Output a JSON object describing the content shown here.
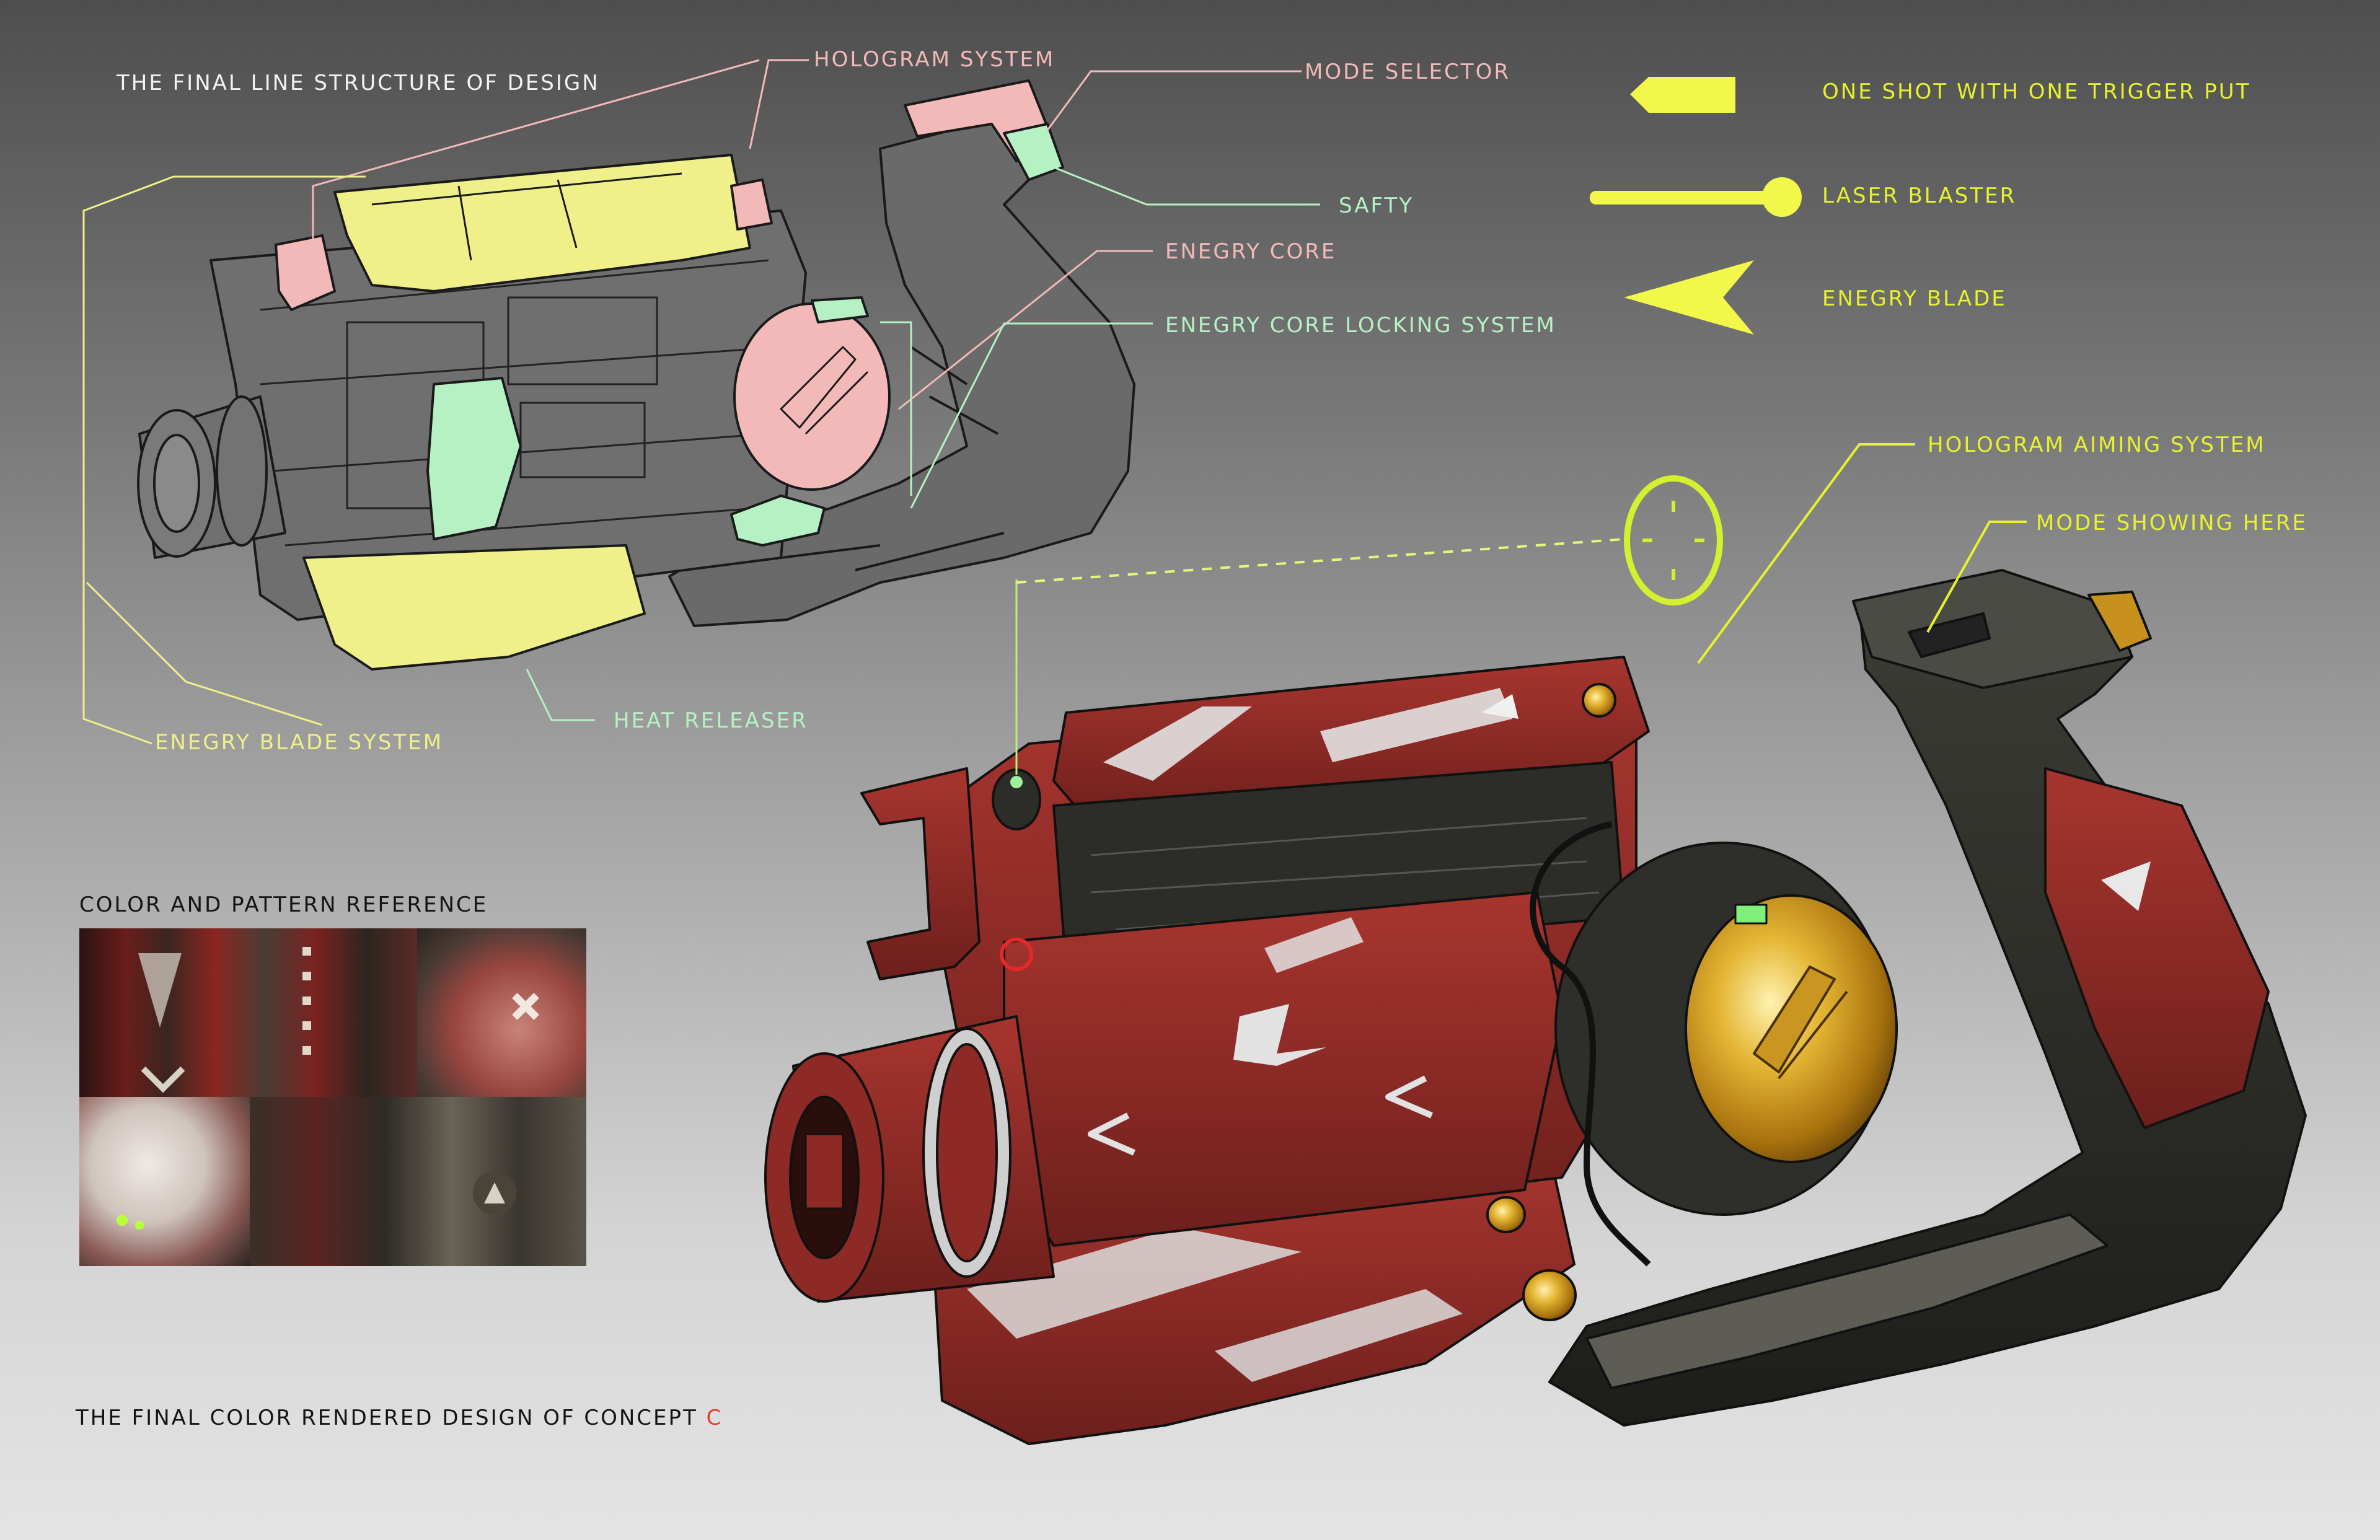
{
  "titles": {
    "line_structure": "THE FINAL LINE STRUCTURE OF DESIGN",
    "color_reference": "COLOR AND PATTERN REFERENCE",
    "final_render_prefix": "THE FINAL COLOR RENDERED DESIGN OF CONCEPT ",
    "final_render_letter": "C"
  },
  "line_callouts": {
    "hologram_system": "HOLOGRAM SYSTEM",
    "mode_selector": "MODE SELECTOR",
    "safty": "SAFTY",
    "energy_core": "ENEGRY CORE",
    "energy_core_locking": "ENEGRY CORE LOCKING SYSTEM",
    "heat_releaser": "HEAT RELEASER",
    "energy_blade_system": "ENEGRY BLADE SYSTEM"
  },
  "legend": {
    "one_shot": "ONE SHOT WITH ONE TRIGGER PUT",
    "laser_blaster": "LASER BLASTER",
    "energy_blade": "ENEGRY BLADE"
  },
  "render_callouts": {
    "hologram_aiming": "HOLOGRAM AIMING SYSTEM",
    "mode_showing": "MODE SHOWING HERE"
  },
  "colors": {
    "pink": "#f3b9b9",
    "green": "#b6f1c4",
    "yellow": "#f0f08a",
    "neon": "#e8f22c",
    "red_body": "#8e2a27",
    "gold_core": "#d9a21c"
  }
}
